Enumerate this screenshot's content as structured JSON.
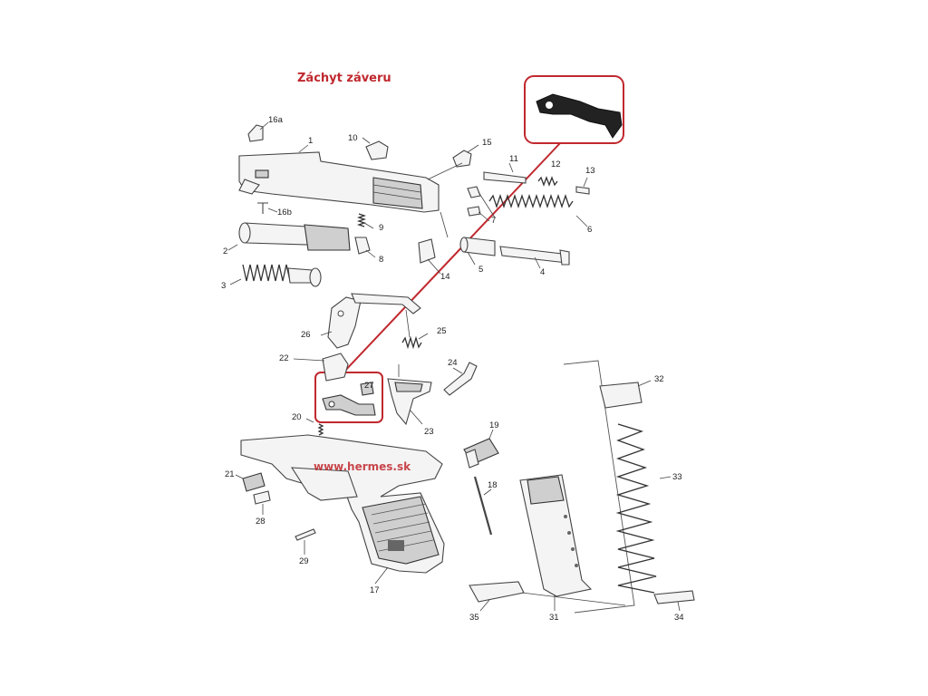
{
  "title": "Záchyt záveru",
  "watermark": "www.hermes.sk",
  "highlight_color": "#c0282e",
  "parts": [
    {
      "id": "p1",
      "number": "1"
    },
    {
      "id": "p2",
      "number": "2"
    },
    {
      "id": "p3",
      "number": "3"
    },
    {
      "id": "p4",
      "number": "4"
    },
    {
      "id": "p5",
      "number": "5"
    },
    {
      "id": "p6",
      "number": "6"
    },
    {
      "id": "p7",
      "number": "7"
    },
    {
      "id": "p8",
      "number": "8"
    },
    {
      "id": "p9",
      "number": "9"
    },
    {
      "id": "p10",
      "number": "10"
    },
    {
      "id": "p11",
      "number": "11"
    },
    {
      "id": "p12",
      "number": "12"
    },
    {
      "id": "p13",
      "number": "13"
    },
    {
      "id": "p14",
      "number": "14"
    },
    {
      "id": "p15",
      "number": "15"
    },
    {
      "id": "p16a",
      "number": "16a"
    },
    {
      "id": "p16b",
      "number": "16b"
    },
    {
      "id": "p17",
      "number": "17"
    },
    {
      "id": "p18",
      "number": "18"
    },
    {
      "id": "p19",
      "number": "19"
    },
    {
      "id": "p20",
      "number": "20"
    },
    {
      "id": "p21",
      "number": "21"
    },
    {
      "id": "p22",
      "number": "22"
    },
    {
      "id": "p23",
      "number": "23"
    },
    {
      "id": "p24",
      "number": "24"
    },
    {
      "id": "p25",
      "number": "25"
    },
    {
      "id": "p26",
      "number": "26"
    },
    {
      "id": "p27",
      "number": "27"
    },
    {
      "id": "p28",
      "number": "28"
    },
    {
      "id": "p29",
      "number": "29"
    },
    {
      "id": "p31",
      "number": "31"
    },
    {
      "id": "p32",
      "number": "32"
    },
    {
      "id": "p33",
      "number": "33"
    },
    {
      "id": "p34",
      "number": "34"
    },
    {
      "id": "p35",
      "number": "35"
    }
  ]
}
